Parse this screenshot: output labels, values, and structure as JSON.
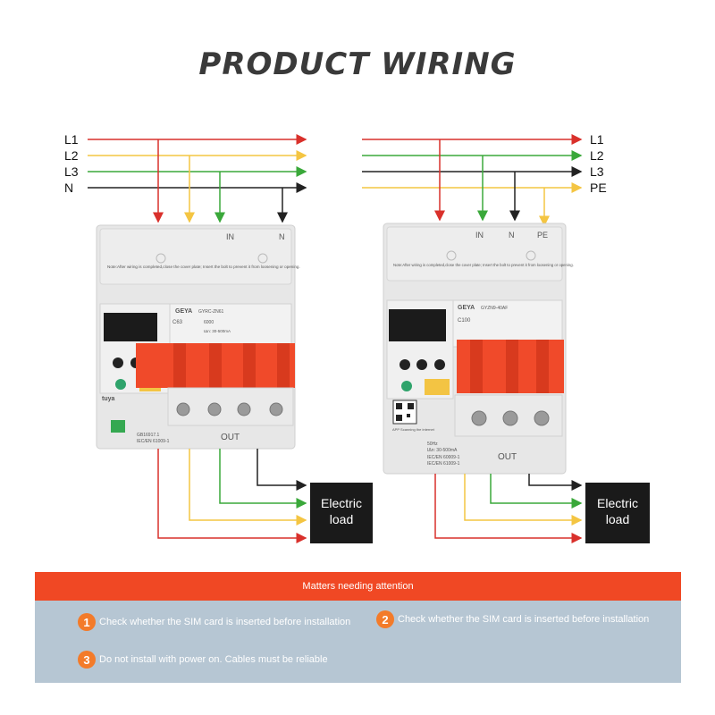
{
  "title": "PRODUCT WIRING",
  "colors": {
    "red": "#d9302b",
    "yellow": "#f4c542",
    "green": "#3aa83a",
    "black": "#222222",
    "accent": "#f04824",
    "panel": "#b6c6d3",
    "badge": "#f37b2a"
  },
  "left_diagram": {
    "line_labels": [
      "L1",
      "L2",
      "L3",
      "N"
    ],
    "terminal_label_in": "IN",
    "terminal_label_n": "N",
    "out_label": "OUT",
    "note": "Note:After wiring is completed,close the cover plate; Insert the bolt to prevent it from loosening or opening.",
    "brand": "GEYA",
    "model": "GYRC-ZN61",
    "rating": "C63",
    "spec_current": "6000",
    "spec_residual": "IΔn: 30-500mA",
    "standard_1": "GB16917.1",
    "standard_2": "IEC/EN 61009-1",
    "app_logo": "tuya",
    "load_label": [
      "Electric",
      "load"
    ]
  },
  "right_diagram": {
    "line_labels": [
      "L1",
      "L2",
      "L3",
      "PE"
    ],
    "terminal_label_in": "IN",
    "terminal_label_n": "N",
    "terminal_label_pe": "PE",
    "out_label": "OUT",
    "note": "Note:After wiring is completed,close the cover plate; Insert the bolt to prevent it from loosening or opening.",
    "brand": "GEYA",
    "model": "GYZN9-40AF",
    "rating": "C100",
    "spec_freq": "50Hz",
    "spec_residual": "IΔn: 30-500mA",
    "standard_1": "IEC/EN 60009-1",
    "standard_2": "IEC/EN 61009-1",
    "qr_caption": "APP Scanning the internet",
    "load_label": [
      "Electric",
      "load"
    ]
  },
  "attention": {
    "header": "Matters needing attention",
    "items": [
      {
        "num": "1",
        "text": "Check whether the SIM card is inserted before installation"
      },
      {
        "num": "2",
        "text": "Check whether the SIM card is inserted before installation"
      },
      {
        "num": "3",
        "text": "Do not install with power on. Cables must be reliable"
      }
    ]
  }
}
